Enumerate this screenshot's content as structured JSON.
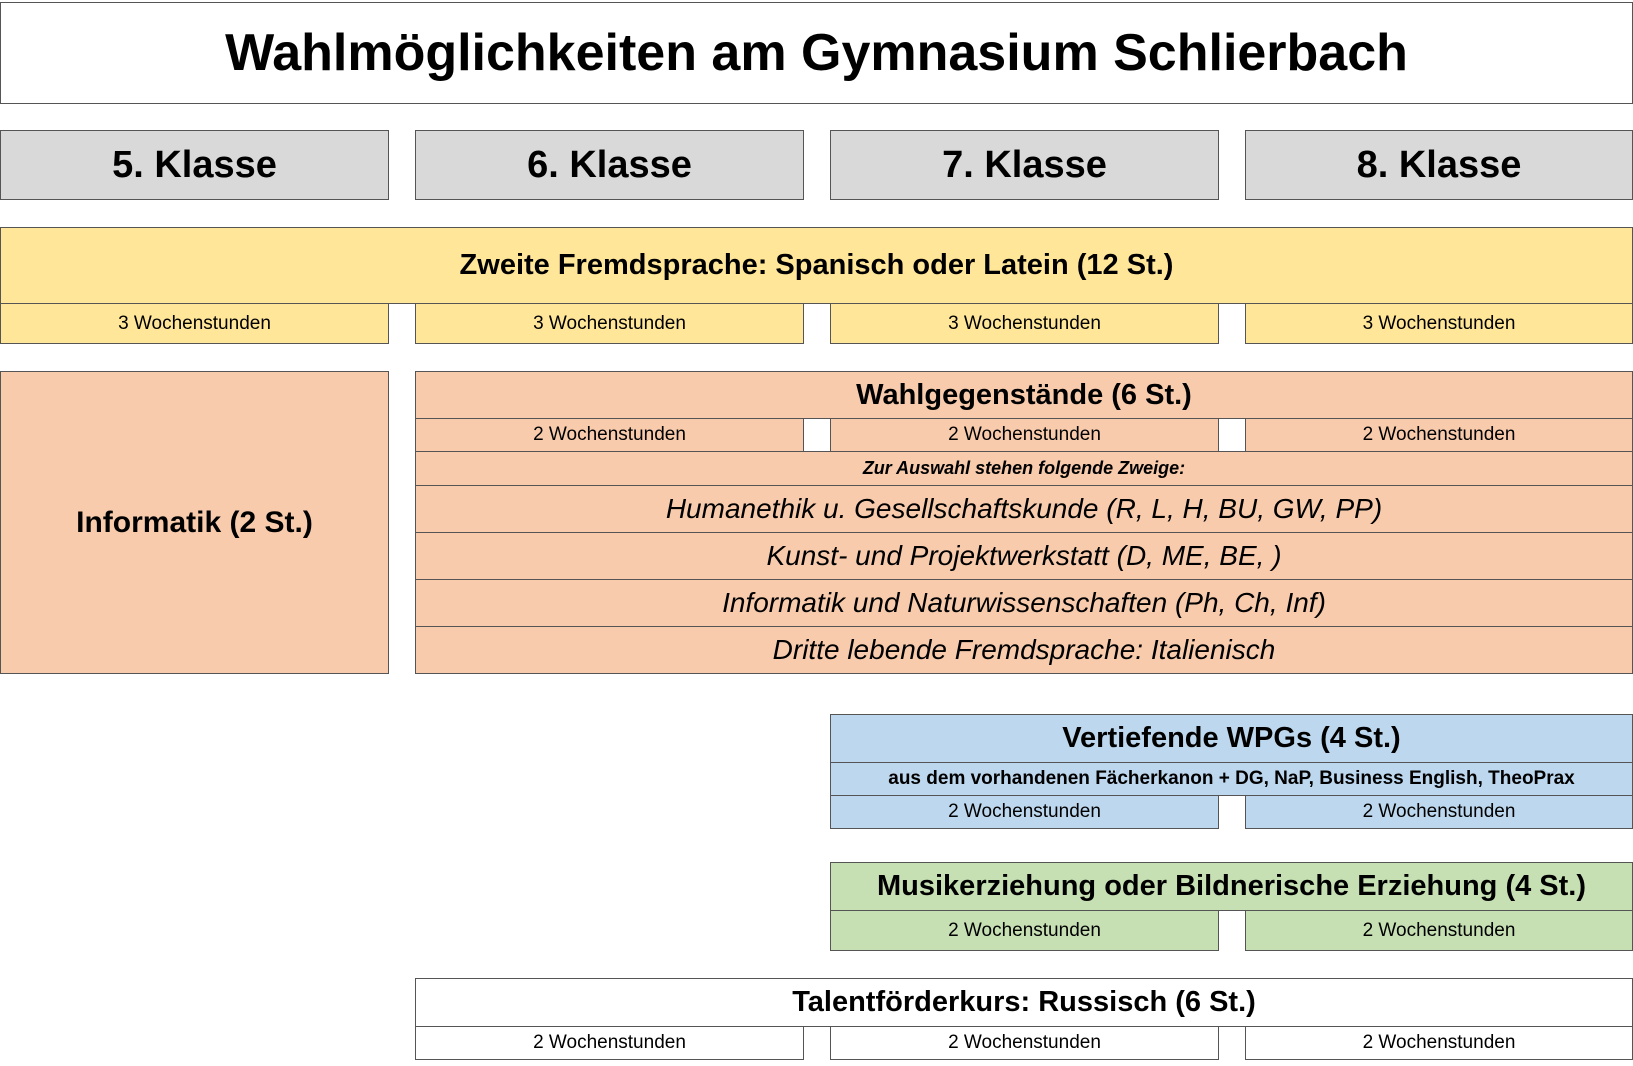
{
  "title": "Wahlmöglichkeiten am Gymnasium Schlierbach",
  "classes": [
    "5. Klasse",
    "6. Klasse",
    "7. Klasse",
    "8. Klasse"
  ],
  "fremdsprache": {
    "title": "Zweite Fremdsprache: Spanisch oder Latein (12 St.)",
    "hours": [
      "3 Wochenstunden",
      "3 Wochenstunden",
      "3 Wochenstunden",
      "3 Wochenstunden"
    ]
  },
  "informatik": {
    "title": "Informatik (2 St.)"
  },
  "wahlgegenstaende": {
    "title": "Wahlgegenstände (6 St.)",
    "hours": [
      "2 Wochenstunden",
      "2 Wochenstunden",
      "2 Wochenstunden"
    ],
    "intro": "Zur Auswahl stehen folgende Zweige:",
    "branches": [
      "Humanethik u. Gesellschaftskunde (R, L, H, BU, GW, PP)",
      "Kunst- und Projektwerkstatt (D, ME, BE, )",
      "Informatik und Naturwissenschaften (Ph, Ch, Inf)",
      "Dritte lebende Fremdsprache: Italienisch"
    ]
  },
  "wpg": {
    "title": "Vertiefende WPGs (4 St.)",
    "subtitle": "aus dem vorhandenen Fächerkanon + DG, NaP,  Business English, TheoPrax",
    "hours": [
      "2 Wochenstunden",
      "2 Wochenstunden"
    ]
  },
  "musik": {
    "title": "Musikerziehung oder Bildnerische Erziehung (4 St.)",
    "hours": [
      "2 Wochenstunden",
      "2 Wochenstunden"
    ]
  },
  "talent": {
    "title": "Talentförderkurs: Russisch (6 St.)",
    "hours": [
      "2 Wochenstunden",
      "2 Wochenstunden",
      "2 Wochenstunden"
    ]
  },
  "colors": {
    "header": "#d9d9d9",
    "fremdsprache": "#ffe699",
    "wahl": "#f8cbad",
    "wpg": "#bdd7ee",
    "musik": "#c6e0b4"
  }
}
